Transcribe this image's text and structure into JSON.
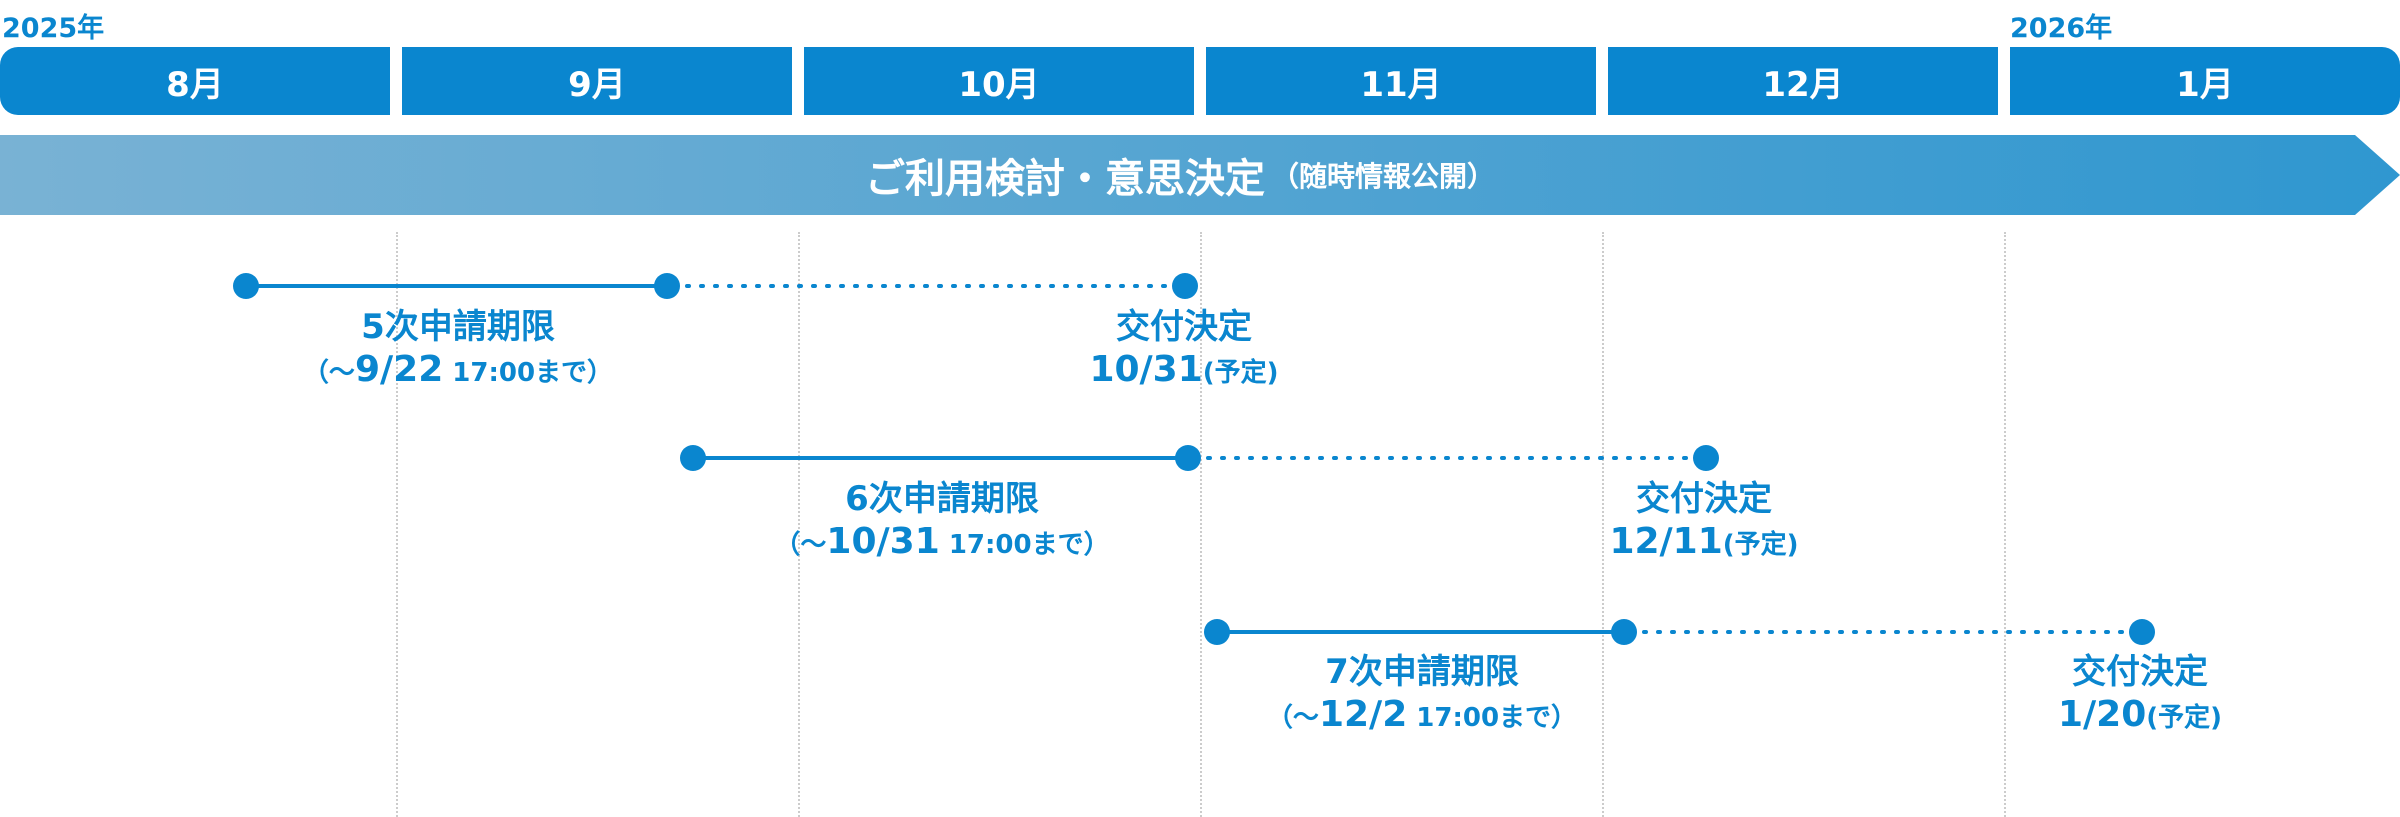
{
  "years": [
    "2025年",
    "2026年"
  ],
  "months": [
    "8月",
    "9月",
    "10月",
    "11月",
    "12月",
    "1月"
  ],
  "phase": {
    "main": "ご利用検討・意思決定",
    "sub": "（随時情報公開）"
  },
  "rounds": [
    {
      "deadline_title": "5次申請期限",
      "deadline_open": "（～",
      "deadline_date": "9/22",
      "deadline_time": " 17:00まで）",
      "decision_title": "交付決定",
      "decision_date": "10/31",
      "decision_note": "(予定)"
    },
    {
      "deadline_title": "6次申請期限",
      "deadline_open": "（～",
      "deadline_date": "10/31",
      "deadline_time": " 17:00まで）",
      "decision_title": "交付決定",
      "decision_date": "12/11",
      "decision_note": "(予定)"
    },
    {
      "deadline_title": "7次申請期限",
      "deadline_open": "（～",
      "deadline_date": "12/2",
      "deadline_time": " 17:00まで）",
      "decision_title": "交付決定",
      "decision_date": "1/20",
      "decision_note": "(予定)"
    }
  ],
  "colors": {
    "primary": "#0a86cf",
    "banner_start": "#79b2d4",
    "banner_end": "#2f97d0",
    "grid": "#cccccc"
  }
}
